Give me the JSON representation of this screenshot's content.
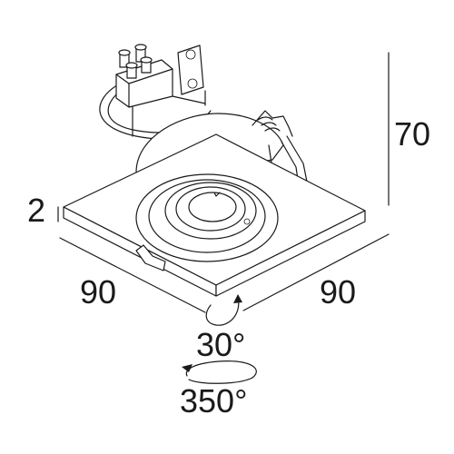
{
  "dimensions": {
    "height": "70",
    "thickness": "2",
    "width_left": "90",
    "width_right": "90",
    "tilt_angle": "30°",
    "rotation_angle": "350°"
  }
}
